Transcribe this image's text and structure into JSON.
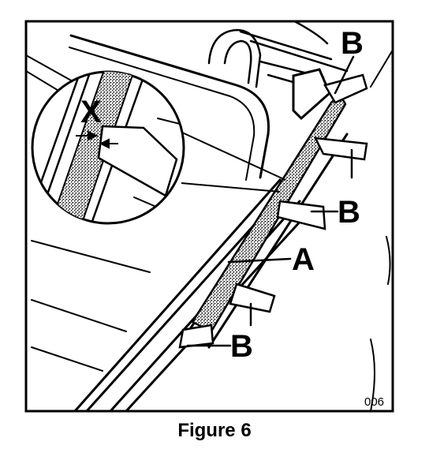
{
  "figure": {
    "labels": {
      "b_top": "B",
      "b_right": "B",
      "b_bottom": "B",
      "a": "A",
      "x": "X"
    },
    "code": "006",
    "caption": "Figure 6"
  }
}
